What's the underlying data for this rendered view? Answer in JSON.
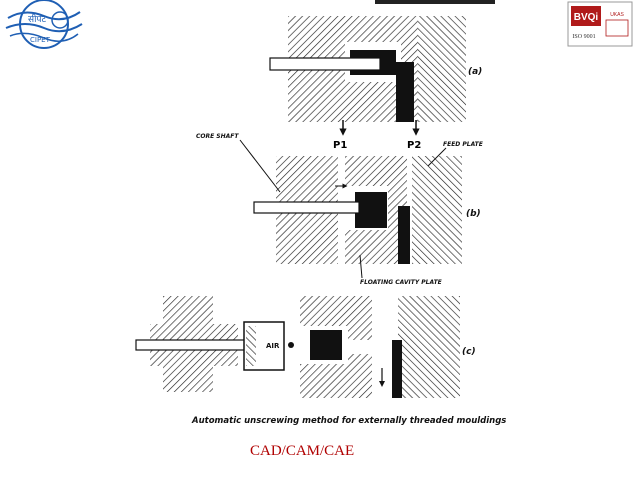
{
  "logo_left": {
    "text_top": "सीपेट",
    "text_bottom": "CIPET"
  },
  "logo_right": {
    "brand": "BVQi",
    "iso": "ISO 9001",
    "ukas": "UKAS"
  },
  "header_fragment": "...",
  "figure": {
    "panel_labels": [
      "(a)",
      "(b)",
      "(c)"
    ],
    "p1": "P1",
    "p2": "P2",
    "core_shaft": "CORE SHAFT",
    "feed_plate": "FEED PLATE",
    "floating_cavity_plate": "FLOATING CAVITY PLATE",
    "air": "AIR",
    "caption": "Automatic unscrewing method for externally threaded mouldings"
  },
  "footer": "CAD/CAM/CAE",
  "colors": {
    "logo_blue": "#1f5fb4",
    "footer_red": "#b00000",
    "cert_red": "#b01a1a"
  }
}
